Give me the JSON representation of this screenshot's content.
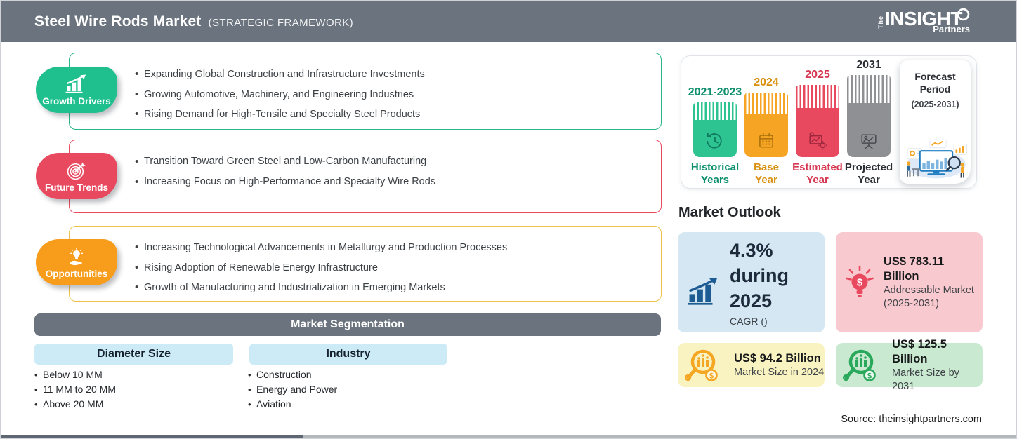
{
  "header": {
    "title": "Steel Wire Rods Market",
    "subtitle": "(STRATEGIC FRAMEWORK)",
    "bg_color": "#6b747e",
    "logo": {
      "the": "The",
      "insight": "INSIGHT",
      "partners": "Partners"
    }
  },
  "sections": [
    {
      "label": "Growth Drivers",
      "badge_color": "#1fc08e",
      "border_color": "#2ab58b",
      "icon": "growth-chart-icon",
      "bullets": [
        "Expanding Global Construction and Infrastructure Investments",
        "Growing Automotive, Machinery, and Engineering Industries",
        "Rising Demand for High-Tensile and Specialty Steel Products"
      ]
    },
    {
      "label": "Future Trends",
      "badge_color": "#e8495f",
      "border_color": "#e8495f",
      "icon": "target-dart-icon",
      "bullets": [
        "Transition Toward Green Steel and Low-Carbon Manufacturing",
        "Increasing Focus on High-Performance and Specialty Wire Rods"
      ]
    },
    {
      "label": "Opportunities",
      "badge_color": "#f89c1c",
      "border_color": "#f0c14b",
      "icon": "bulb-hand-icon",
      "bullets": [
        "Increasing Technological Advancements in Metallurgy and Production Processes",
        "Rising Adoption of Renewable Energy Infrastructure",
        "Growth of Manufacturing and Industrialization in Emerging Markets"
      ]
    }
  ],
  "segmentation": {
    "title": "Market Segmentation",
    "bar_color": "#6b747e",
    "header_bg": "#cdeaf7",
    "columns": [
      {
        "header": "Diameter Size",
        "items": [
          "Below 10 MM",
          "11 MM to 20 MM",
          "Above 20 MM"
        ]
      },
      {
        "header": "Industry",
        "items": [
          "Construction",
          "Energy and Power",
          "Aviation"
        ]
      }
    ]
  },
  "timeline": {
    "bars": [
      {
        "year": "2021-2023",
        "label": "Historical Years",
        "color": "#2ec492",
        "icon": "history-clock-icon"
      },
      {
        "year": "2024",
        "label": "Base Year",
        "color": "#f6a423",
        "icon": "calendar-icon"
      },
      {
        "year": "2025",
        "label": "Estimated Year",
        "color": "#e8495f",
        "icon": "estimated-monitor-icon"
      },
      {
        "year": "2031",
        "label": "Projected Year",
        "color": "#8e9094",
        "icon": "projection-screen-icon"
      }
    ],
    "forecast": {
      "title": "Forecast Period",
      "range": "(2025-2031)"
    }
  },
  "outlook": {
    "title": "Market Outlook",
    "cagr_card": {
      "bg": "#d4e7f2",
      "line1": "4.3%",
      "line2": "during",
      "line3": "2025",
      "caption": "CAGR ()"
    },
    "addressable_card": {
      "bg": "#f8c9ce",
      "value": "US$ 783.11 Billion",
      "line2": "Addressable Market",
      "line3": "(2025-2031)"
    },
    "size_2024_card": {
      "bg": "#f9f3c2",
      "value": "US$ 94.2 Billion",
      "caption": "Market Size in 2024"
    },
    "size_2031_card": {
      "bg": "#c9ead0",
      "value": "US$ 125.5 Billion",
      "caption": "Market Size by 2031"
    }
  },
  "source": "Source: theinsightpartners.com"
}
